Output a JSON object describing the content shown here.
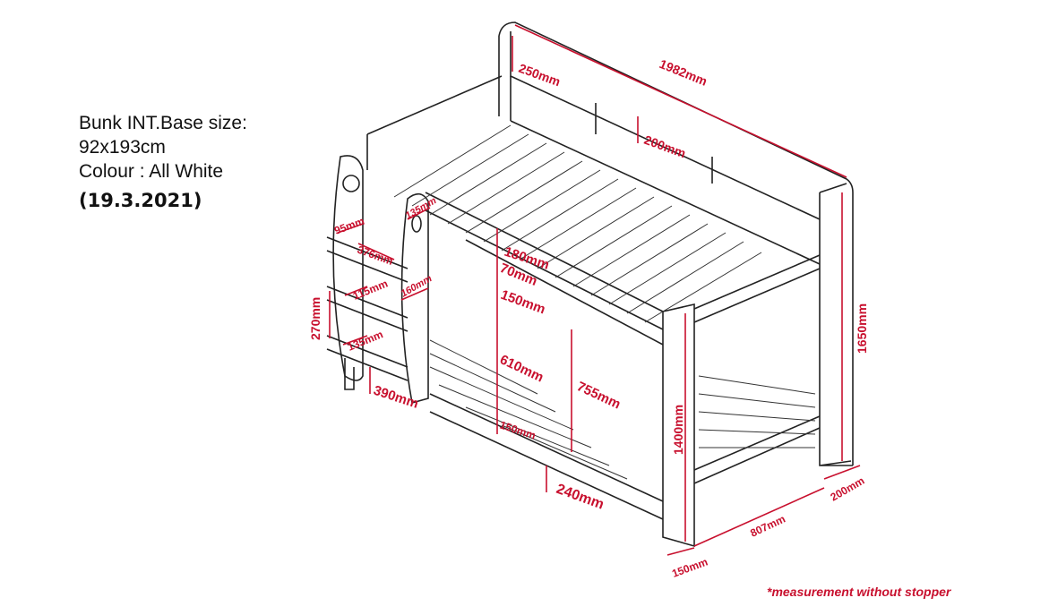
{
  "info": {
    "base_size_label": "Bunk INT.Base size:",
    "base_size_value": "92x193cm",
    "colour": "Colour : All White",
    "date": "(19.3.2021)"
  },
  "dimensions": {
    "length": "1982mm",
    "headboard_top": "250mm",
    "shelf_height": "200mm",
    "total_height": "1650mm",
    "post_height": "1400mm",
    "end_depth": "200mm",
    "width": "807mm",
    "post_width": "150mm",
    "under_clearance": "240mm",
    "guard_rail": "180mm",
    "rail_gap": "70mm",
    "top_rail": "150mm",
    "between_bunks": "610mm",
    "lower_to_upper": "755mm",
    "lower_rail": "150mm",
    "step_spacing": "270mm",
    "step_top": "95mm",
    "ladder_width": "376mm",
    "step_mid": "115mm",
    "step_low": "135mm",
    "bottom_step": "390mm",
    "ladder_top": "135mm",
    "ladder_side": "160mm"
  },
  "footnote": "*measurement without stopper",
  "colors": {
    "dimension": "#c8102e",
    "line": "#222222"
  }
}
